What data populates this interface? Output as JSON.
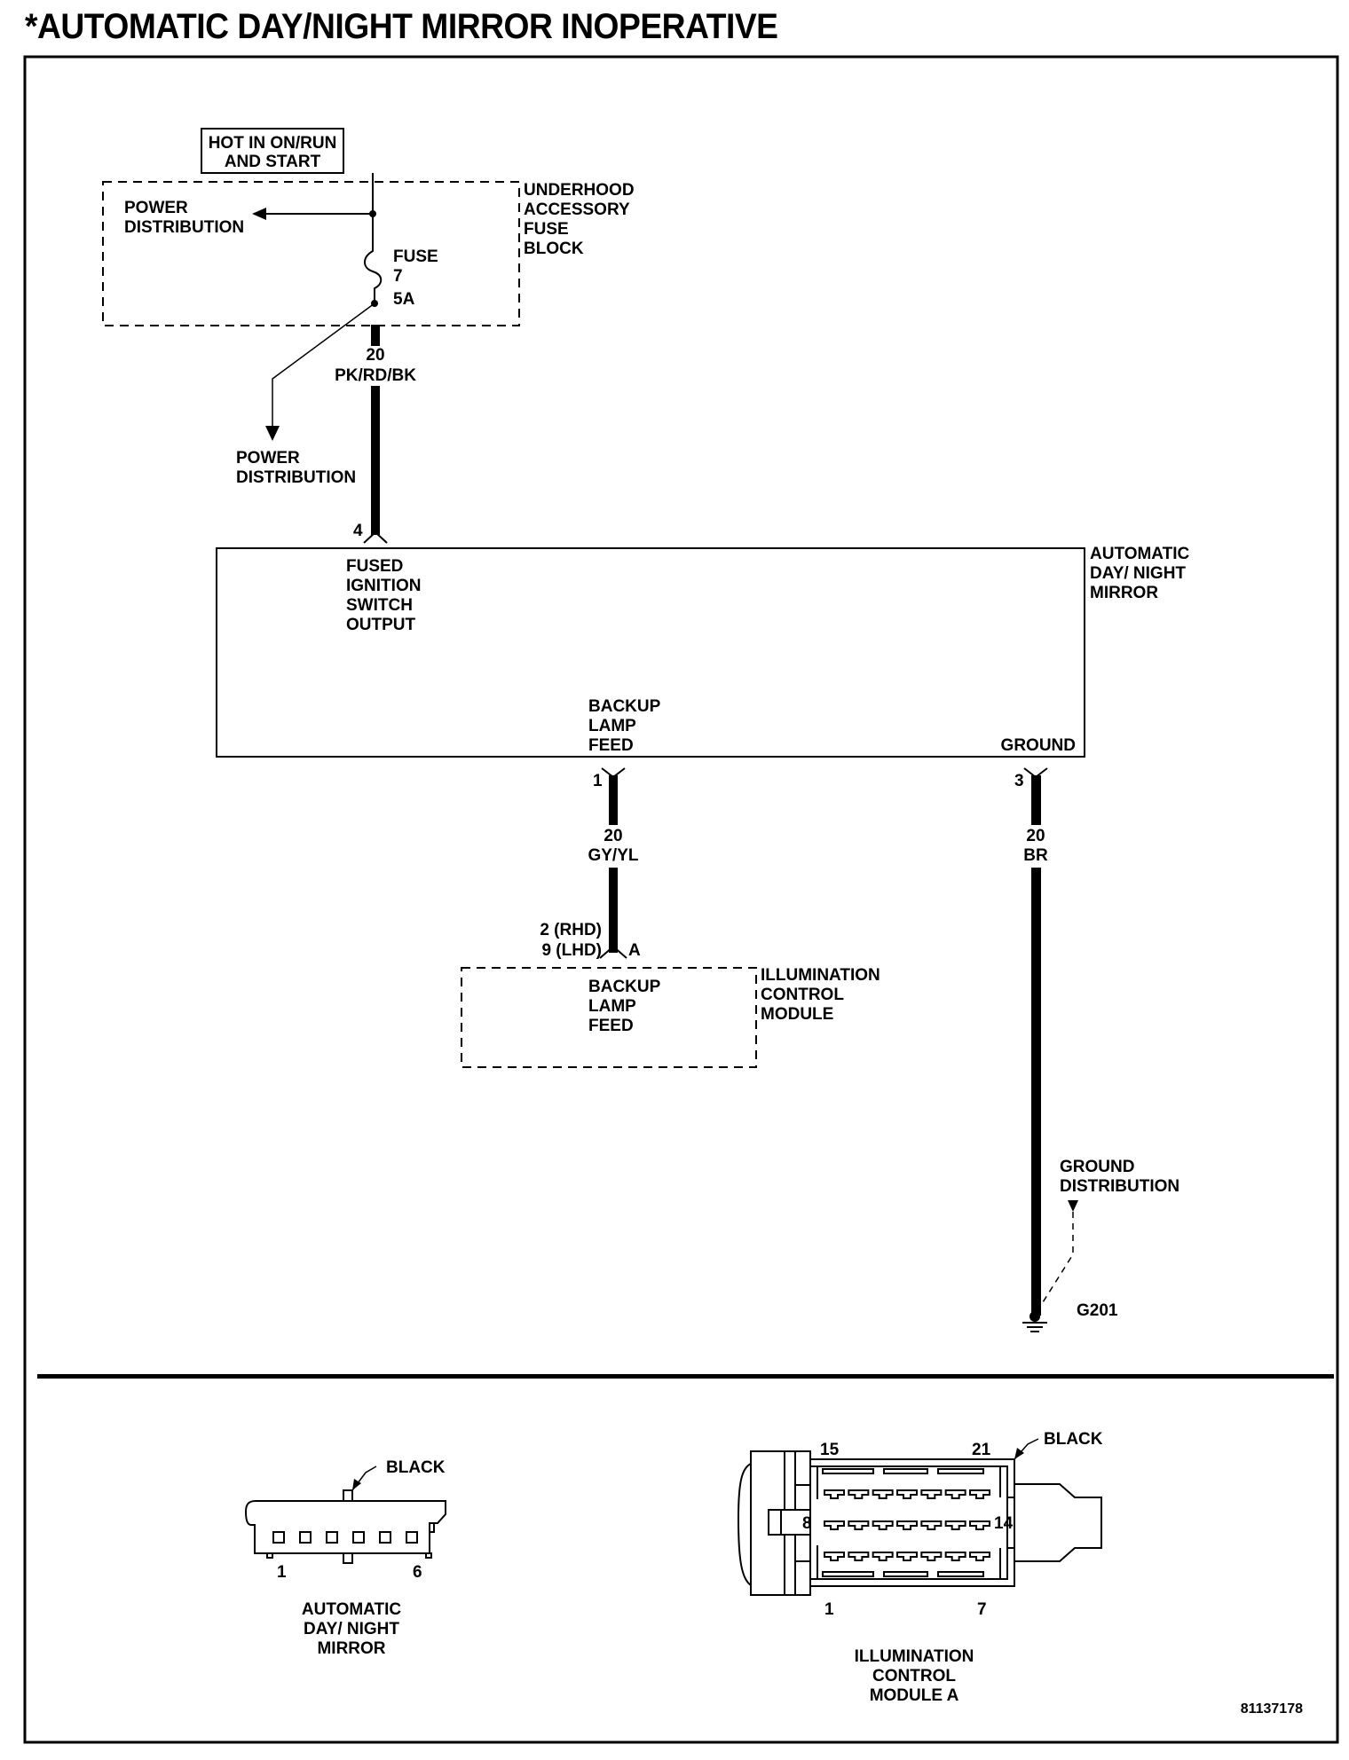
{
  "title": "*AUTOMATIC DAY/NIGHT MIRROR INOPERATIVE",
  "figure_id": "81137178",
  "power_source": {
    "label_lines": [
      "HOT IN ON/RUN",
      "AND START"
    ]
  },
  "fuse_block": {
    "name_lines": [
      "UNDERHOOD",
      "ACCESSORY",
      "FUSE",
      "BLOCK"
    ],
    "power_distribution_lines": [
      "POWER",
      "DISTRIBUTION"
    ],
    "fuse_lines": [
      "FUSE",
      "7",
      "5A"
    ]
  },
  "branch_power_distribution": {
    "lines": [
      "POWER",
      "DISTRIBUTION"
    ]
  },
  "wires": {
    "ignition_feed": {
      "gauge": "20",
      "color": "PK/RD/BK",
      "pin": "4"
    },
    "backup_lamp": {
      "gauge": "20",
      "color": "GY/YL",
      "pin": "1",
      "module_pin_lines": [
        "2 (RHD)",
        "9 (LHD)"
      ],
      "module_connector": "A"
    },
    "ground": {
      "gauge": "20",
      "color": "BR",
      "pin": "3"
    }
  },
  "mirror": {
    "name_lines": [
      "AUTOMATIC",
      "DAY/ NIGHT",
      "MIRROR"
    ],
    "pin_fused_ignition_lines": [
      "FUSED",
      "IGNITION",
      "SWITCH",
      "OUTPUT"
    ],
    "pin_backup_lines": [
      "BACKUP",
      "LAMP",
      "FEED"
    ],
    "pin_ground": "GROUND"
  },
  "illumination_module": {
    "name_lines": [
      "ILLUMINATION",
      "CONTROL",
      "MODULE"
    ],
    "pin_lines": [
      "BACKUP",
      "LAMP",
      "FEED"
    ]
  },
  "ground": {
    "distribution_lines": [
      "GROUND",
      "DISTRIBUTION"
    ],
    "id": "G201"
  },
  "connector_mirror": {
    "color_label": "BLACK",
    "pin_first": "1",
    "pin_last": "6",
    "pin_count": 6,
    "caption_lines": [
      "AUTOMATIC",
      "DAY/ NIGHT",
      "MIRROR"
    ]
  },
  "connector_icm": {
    "color_label": "BLACK",
    "pin_labels": {
      "top_left": "15",
      "top_right": "21",
      "mid_left": "8",
      "mid_right": "14",
      "bottom_left": "1",
      "bottom_right": "7"
    },
    "pins_per_row": 7,
    "caption_lines": [
      "ILLUMINATION",
      "CONTROL",
      "MODULE A"
    ]
  }
}
